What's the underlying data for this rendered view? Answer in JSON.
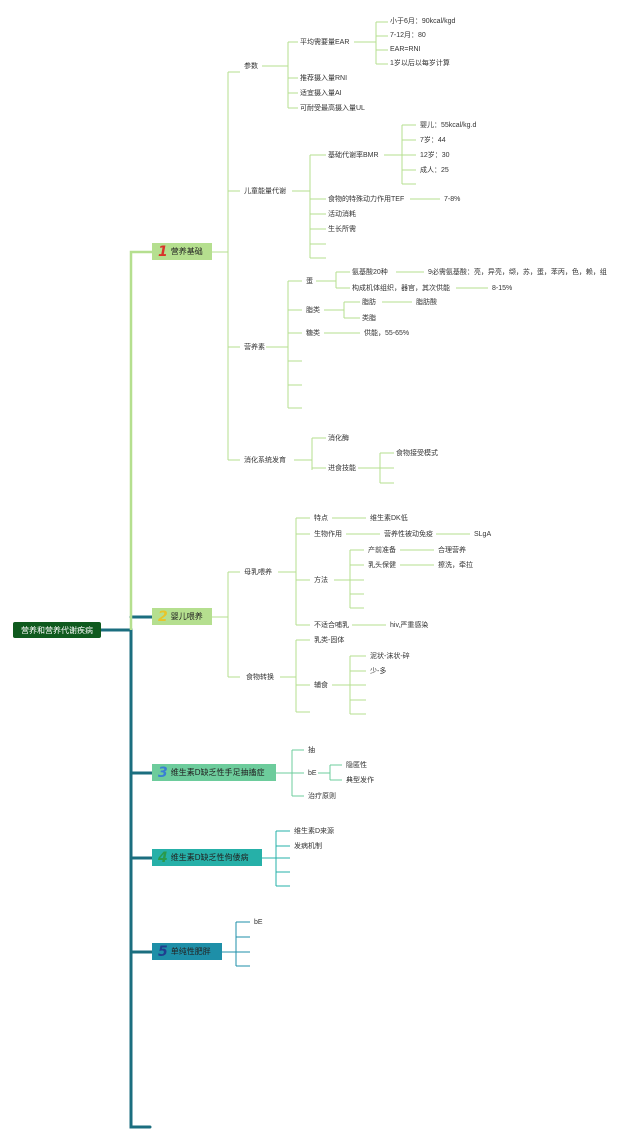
{
  "colors": {
    "trunk": "#1b6e7f",
    "branch1": "#b5df8f",
    "branch2": "#b5df8f",
    "branch3": "#6dcc9c",
    "branch4": "#26b0a8",
    "branch5": "#1e8fa8",
    "root_bg": "#0f5a1e"
  },
  "root": {
    "label": "营养和营养代谢疾病"
  },
  "topics": [
    {
      "number": "1",
      "label": "营养基础"
    },
    {
      "number": "2",
      "label": "婴儿喂养"
    },
    {
      "number": "3",
      "label": "维生素D缺乏性手足抽搐症"
    },
    {
      "number": "4",
      "label": "维生素D缺乏性佝偻病"
    },
    {
      "number": "5",
      "label": "单纯性肥胖"
    }
  ],
  "labels": {
    "canshu": "参数",
    "ear": "平均需要量EAR",
    "ear_c1": "小于6月：90kcal/kgd",
    "ear_c2": "7-12月：80",
    "ear_c3": "EAR=RNI",
    "ear_c4": "1岁以后以每岁计算",
    "rni": "推荐摄入量RNI",
    "ai": "适宜摄入量AI",
    "ul": "可耐受最高摄入量UL",
    "energy": "儿童能量代谢",
    "bmr": "基础代谢率BMR",
    "bmr_c1": "婴儿：55kcal/kg.d",
    "bmr_c2": "7岁：44",
    "bmr_c3": "12岁：30",
    "bmr_c4": "成人：25",
    "tef": "食物的特殊动力作用TEF",
    "tef_v": "7-8%",
    "activity": "活动消耗",
    "growth": "生长所需",
    "nutrients": "营养素",
    "protein": "蛋",
    "amino": "氨基酸20种",
    "amino_v": "9必需氨基酸：亮，异亮，缬，苏，蛋，苯丙，色，赖，组",
    "structure": "构成机体组织，器官，其次供能",
    "structure_v": "8-15%",
    "fat": "脂类",
    "fat_c1": "脂肪",
    "fat_c1_v": "脂肪酸",
    "fat_c2": "类脂",
    "sugar": "糖类",
    "sugar_v": "供能，55-65%",
    "digestion": "消化系统发育",
    "enzyme": "消化酶",
    "eating": "进食技能",
    "eating_c1": "食物接受模式",
    "breast": "母乳喂养",
    "trait": "特点",
    "trait_v": "维生素DK低",
    "bio": "生物作用",
    "bio_v": "营养性被动免疫",
    "bio_v2": "SLgA",
    "method": "方法",
    "prenatal": "产前准备",
    "prenatal_v": "合理营养",
    "nipple": "乳头保健",
    "nipple_v": "擦洗，牵拉",
    "unfit": "不适合哺乳",
    "unfit_v": "hiv,严重感染",
    "transition": "食物转换",
    "milk": "乳类-固体",
    "comp": "辅食",
    "comp_c1": "泥状-沫状-碎",
    "comp_c2": "少-多",
    "t3_c1": "抽",
    "t3_c2": "bE",
    "t3_c2_a": "隐匿性",
    "t3_c2_b": "典型发作",
    "t3_c3": "治疗原则",
    "t4_c1": "维生素D来源",
    "t4_c2": "发病机制",
    "t5_c1": "bE"
  }
}
